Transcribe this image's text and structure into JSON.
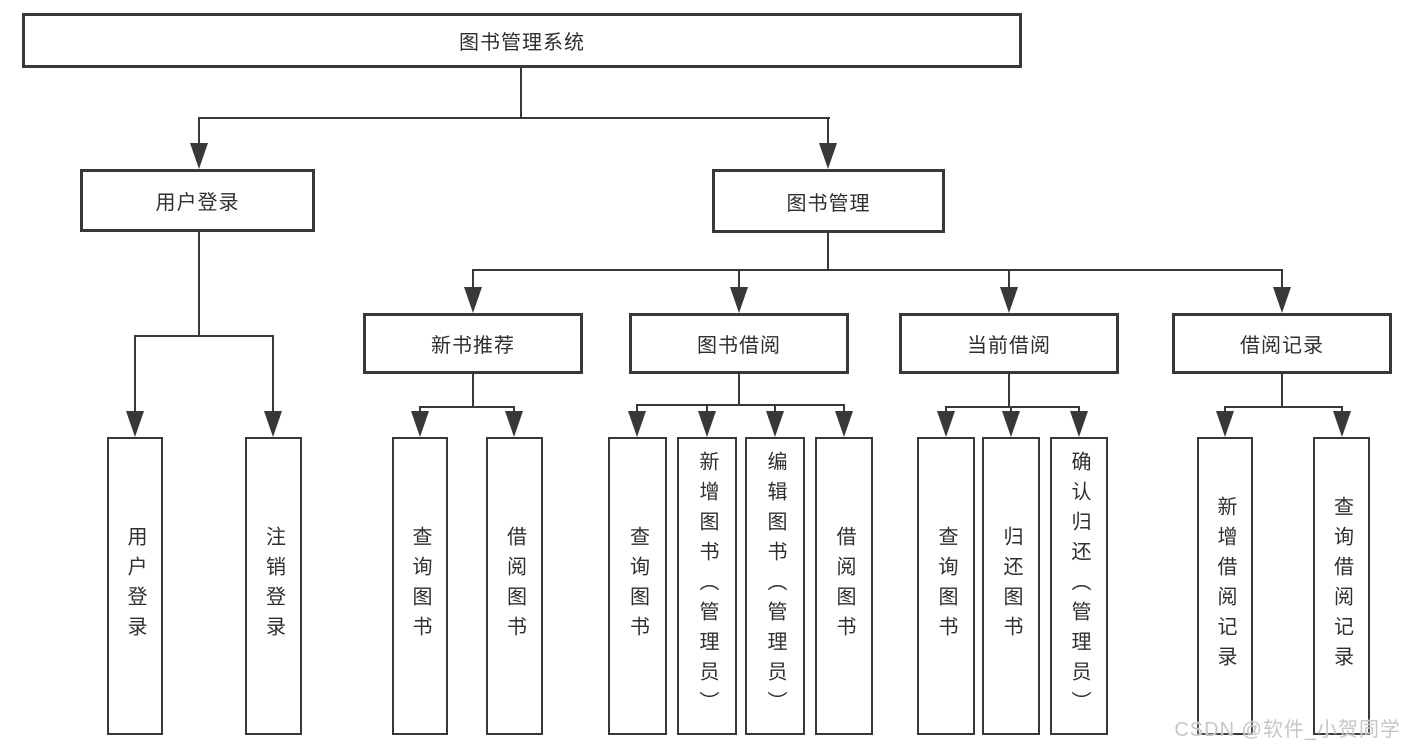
{
  "diagram": {
    "root": {
      "label": "图书管理系统"
    },
    "level2": [
      {
        "label": "用户登录"
      },
      {
        "label": "图书管理"
      }
    ],
    "level3": [
      {
        "label": "新书推荐"
      },
      {
        "label": "图书借阅"
      },
      {
        "label": "当前借阅"
      },
      {
        "label": "借阅记录"
      }
    ],
    "leaves": {
      "user_login": [
        "用户登录",
        "注销登录"
      ],
      "new_book_rec": [
        "查询图书",
        "借阅图书"
      ],
      "book_borrow": [
        "查询图书",
        "新增图书（管理员）",
        "编辑图书（管理员）",
        "借阅图书"
      ],
      "current_borrow": [
        "查询图书",
        "归还图书",
        "确认归还（管理员）"
      ],
      "borrow_records": [
        "新增借阅记录",
        "查询借阅记录"
      ]
    }
  },
  "watermark": {
    "text": "CSDN @软件_小贺同学"
  },
  "colors": {
    "line": "#383838",
    "text": "#2f2f2f",
    "watermark": "#c6c6c6",
    "background": "#ffffff"
  }
}
